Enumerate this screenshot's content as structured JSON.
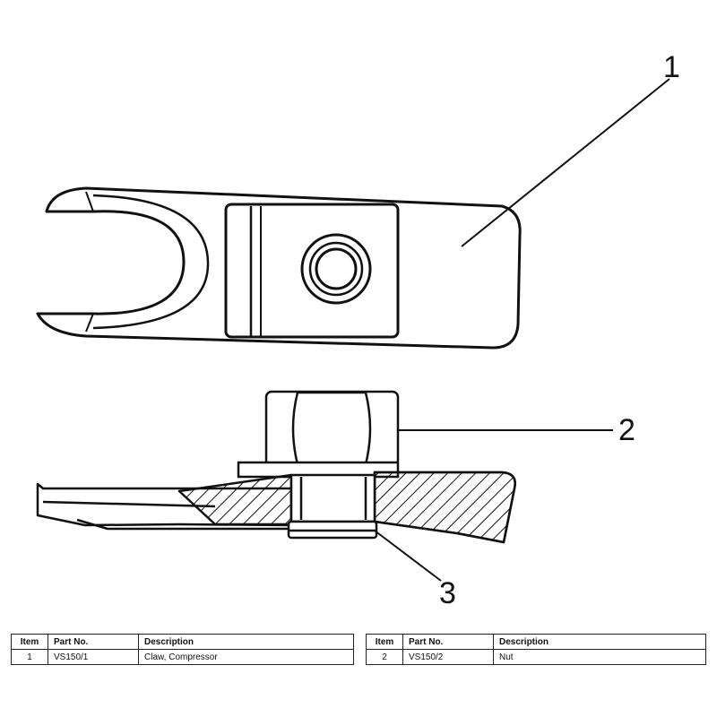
{
  "callouts": [
    "1",
    "2",
    "3"
  ],
  "table_headers": {
    "item": "Item",
    "part_no": "Part No.",
    "description": "Description"
  },
  "parts": [
    {
      "item": "1",
      "part_no": "VS150/1",
      "description": "Claw, Compressor"
    },
    {
      "item": "2",
      "part_no": "VS150/2",
      "description": "Nut"
    }
  ]
}
